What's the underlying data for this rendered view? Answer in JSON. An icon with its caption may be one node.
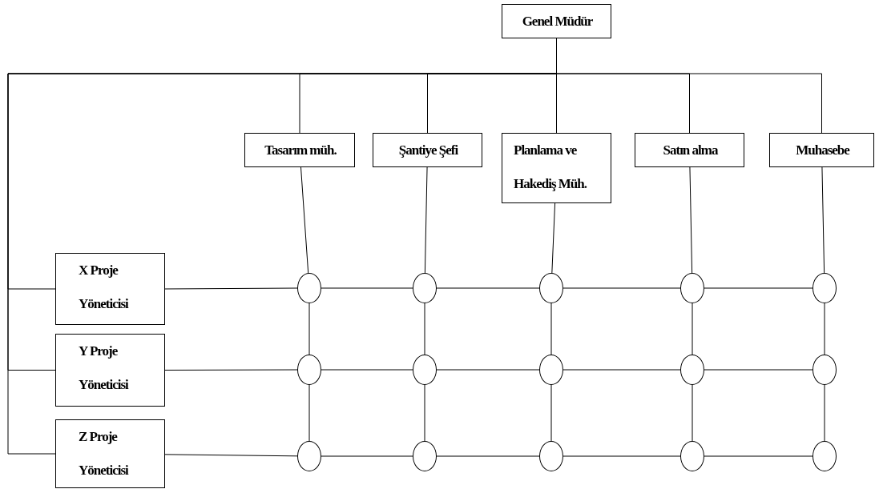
{
  "diagram": {
    "nodes": [
      {
        "text": [
          "Genel Müdür"
        ]
      },
      {
        "text": [
          "Tasarım müh."
        ]
      },
      {
        "text": [
          "Şantiye Şefi"
        ]
      },
      {
        "text": [
          "Planlama ve Hakediş Müh."
        ]
      },
      {
        "text": [
          "Satın alma"
        ]
      },
      {
        "text": [
          "Muhasebe"
        ]
      },
      {
        "text": [
          "X Proje Yöneticisi"
        ]
      },
      {
        "text": [
          "Y Proje Yöneticisi"
        ]
      },
      {
        "text": [
          "Z Proje Yöneticisi"
        ]
      },
      {
        "text": [],
        "shape": "circle"
      },
      {
        "text": [],
        "shape": "circle"
      },
      {
        "text": [],
        "shape": "circle"
      },
      {
        "text": [],
        "shape": "circle"
      },
      {
        "text": [],
        "shape": "circle"
      },
      {
        "text": [],
        "shape": "circle"
      },
      {
        "text": [],
        "shape": "circle"
      },
      {
        "text": [],
        "shape": "circle"
      },
      {
        "text": [],
        "shape": "circle"
      },
      {
        "text": [],
        "shape": "circle"
      },
      {
        "text": [],
        "shape": "circle"
      },
      {
        "text": [],
        "shape": "circle"
      },
      {
        "text": [],
        "shape": "circle"
      },
      {
        "text": [],
        "shape": "circle"
      },
      {
        "text": [],
        "shape": "circle"
      }
    ],
    "edges": [
      {
        "from": 0,
        "to": 1,
        "arrow": "none"
      },
      {
        "from": 0,
        "to": 2,
        "arrow": "none"
      },
      {
        "from": 0,
        "to": 3,
        "arrow": "none"
      },
      {
        "from": 0,
        "to": 4,
        "arrow": "none"
      },
      {
        "from": 0,
        "to": 5,
        "arrow": "none"
      },
      {
        "from": 0,
        "to": 6,
        "arrow": "none"
      },
      {
        "from": 0,
        "to": 7,
        "arrow": "none"
      },
      {
        "from": 0,
        "to": 8,
        "arrow": "none"
      },
      {
        "from": 1,
        "to": 9,
        "arrow": "none"
      },
      {
        "from": 2,
        "to": 10,
        "arrow": "none"
      },
      {
        "from": 3,
        "to": 11,
        "arrow": "none"
      },
      {
        "from": 4,
        "to": 12,
        "arrow": "none"
      },
      {
        "from": 5,
        "to": 13,
        "arrow": "none"
      },
      {
        "from": 9,
        "to": 14,
        "arrow": "none"
      },
      {
        "from": 10,
        "to": 15,
        "arrow": "none"
      },
      {
        "from": 11,
        "to": 16,
        "arrow": "none"
      },
      {
        "from": 12,
        "to": 17,
        "arrow": "none"
      },
      {
        "from": 13,
        "to": 18,
        "arrow": "none"
      },
      {
        "from": 14,
        "to": 19,
        "arrow": "none"
      },
      {
        "from": 15,
        "to": 20,
        "arrow": "none"
      },
      {
        "from": 16,
        "to": 21,
        "arrow": "none"
      },
      {
        "from": 17,
        "to": 22,
        "arrow": "none"
      },
      {
        "from": 18,
        "to": 23,
        "arrow": "none"
      },
      {
        "from": 6,
        "to": 9,
        "arrow": "none"
      },
      {
        "from": 9,
        "to": 10,
        "arrow": "none"
      },
      {
        "from": 10,
        "to": 11,
        "arrow": "none"
      },
      {
        "from": 11,
        "to": 12,
        "arrow": "none"
      },
      {
        "from": 12,
        "to": 13,
        "arrow": "none"
      },
      {
        "from": 7,
        "to": 14,
        "arrow": "none"
      },
      {
        "from": 14,
        "to": 15,
        "arrow": "none"
      },
      {
        "from": 15,
        "to": 16,
        "arrow": "none"
      },
      {
        "from": 16,
        "to": 17,
        "arrow": "none"
      },
      {
        "from": 17,
        "to": 18,
        "arrow": "none"
      },
      {
        "from": 8,
        "to": 19,
        "arrow": "none"
      },
      {
        "from": 19,
        "to": 20,
        "arrow": "none"
      },
      {
        "from": 20,
        "to": 21,
        "arrow": "none"
      },
      {
        "from": 21,
        "to": 22,
        "arrow": "none"
      },
      {
        "from": 22,
        "to": 23,
        "arrow": "none"
      }
    ]
  }
}
